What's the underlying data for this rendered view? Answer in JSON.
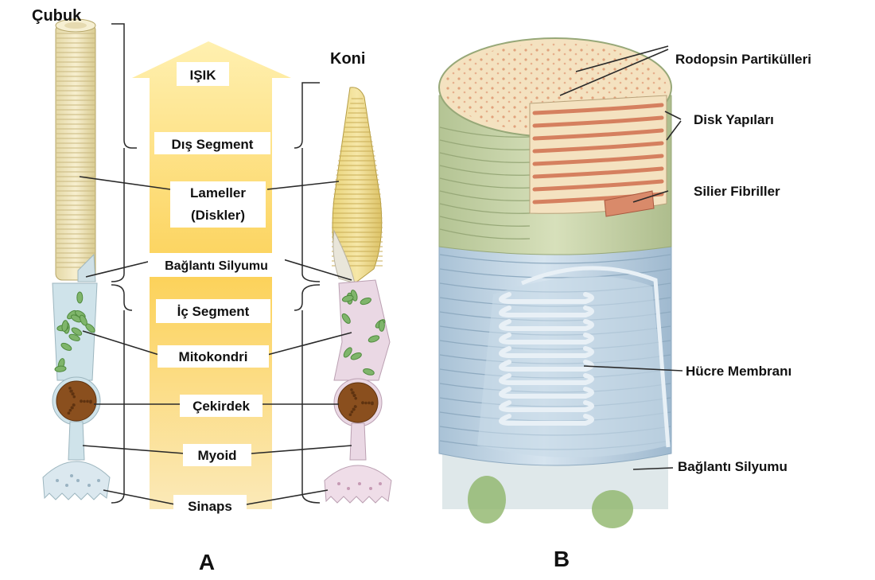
{
  "figure_a": {
    "letter": "A",
    "rod_title": "Çubuk",
    "cone_title": "Koni",
    "light_label": "IŞIK",
    "labels": {
      "outer_segment": "Dış Segment",
      "lamellae_line1": "Lameller",
      "lamellae_line2": "(Diskler)",
      "connecting_cilium": "Bağlantı Silyumu",
      "inner_segment": "İç Segment",
      "mitochondria": "Mitokondri",
      "nucleus": "Çekirdek",
      "myoid": "Myoid",
      "synapse": "Sinaps"
    }
  },
  "figure_b": {
    "letter": "B",
    "labels": {
      "rhodopsin_particles": "Rodopsin Partikülleri",
      "disk_structures": "Disk Yapıları",
      "ciliary_fibrils": "Silier Fibriller",
      "cell_membrane": "Hücre Membranı",
      "connecting_cilium": "Bağlantı Silyumu"
    }
  },
  "colors": {
    "arrow_top": "#fde9a0",
    "arrow_bottom": "#f8c23a",
    "outer_segment": "#ece2b2",
    "cone_outer": "#efdc86",
    "inner_segment_rod": "#cfe3ea",
    "inner_segment_cone": "#ead8e4",
    "mitochondria": "#7fb56b",
    "nucleus": "#8a4f1e",
    "disk_interior": "#f4e2c0",
    "disk_stripes": "#d98a6a",
    "membrane_blue": "#b9cfe0",
    "band_green": "#c5d2a6"
  }
}
